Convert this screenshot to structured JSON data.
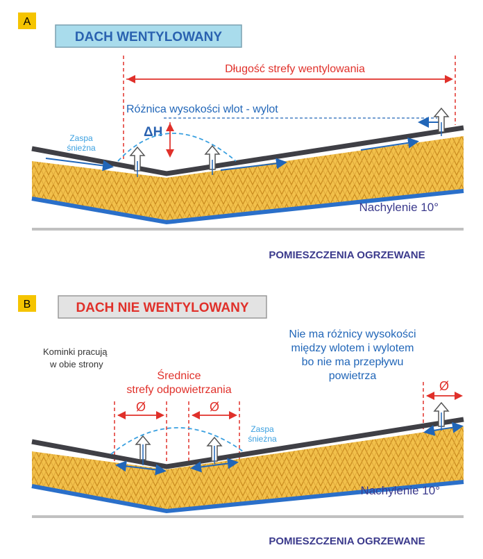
{
  "panel_a": {
    "letter": "A",
    "title": "DACH WENTYLOWANY",
    "zone_length_label": "Długość strefy wentylowania",
    "height_diff_label": "Różnica wysokości wlot - wylot",
    "delta_h": "ΔH",
    "snowdrift_line1": "Zaspa",
    "snowdrift_line2": "śnieżna",
    "slope_label": "Nachylenie 10°",
    "heated_rooms": "POMIESZCZENIA OGRZEWANE"
  },
  "panel_b": {
    "letter": "B",
    "title": "DACH NIE WENTYLOWANY",
    "chimneys_line1": "Kominki pracują",
    "chimneys_line2": "w obie strony",
    "diam_label_line1": "Średnice",
    "diam_label_line2": "strefy odpowietrzania",
    "diam_symbol": "Ø",
    "no_diff_line1": "Nie ma różnicy wysokości",
    "no_diff_line2": "między wlotem  i wylotem",
    "no_diff_line3": "bo nie ma przepływu",
    "no_diff_line4": "powietrza",
    "snowdrift_line1": "Zaspa",
    "snowdrift_line2": "śnieżna",
    "slope_label": "Nachylenie 10°",
    "heated_rooms": "POMIESZCZENIA OGRZEWANE"
  },
  "colors": {
    "red": "#e0302a",
    "blue": "#2166b8",
    "light_blue": "#3aa0e0",
    "dark_blue_text": "#3b3a8c",
    "insulation": "#f2c04a",
    "membrane": "#3f3f45",
    "ceiling_blue": "#2a6fc9",
    "letter_bg": "#f5c400"
  }
}
